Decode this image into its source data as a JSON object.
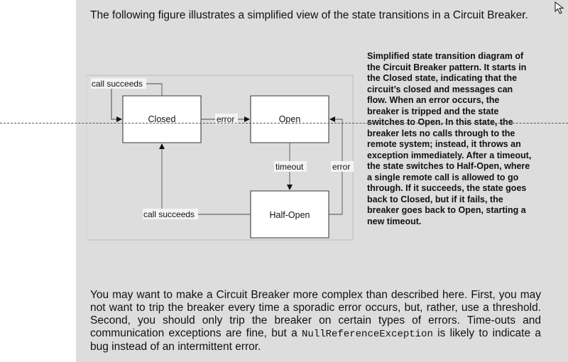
{
  "intro_paragraph": "The following figure illustrates a simplified view of the state transitions in a Circuit Breaker.",
  "caption": "Simplified state transition diagram of the Circuit Breaker pattern. It starts in the Closed state, indicating that the circuit’s closed and messages can flow. When an error occurs, the breaker is tripped and the state switches to Open. In this state, the breaker lets no calls through to the remote system; instead, it throws an exception immediately. After a timeout, the state switches to Half-Open, where a single remote call is allowed to go through. If it succeeds, the state goes back to Closed, but if it fails, the breaker goes back to Open, starting a new timeout.",
  "diagram": {
    "states": {
      "closed": "Closed",
      "open": "Open",
      "half_open": "Half-Open"
    },
    "transitions": {
      "closed_self": "call succeeds",
      "closed_to_open": "error",
      "open_to_half_open": "timeout",
      "half_open_to_open": "error",
      "half_open_to_closed": "call succeeds"
    }
  },
  "body_paragraph": {
    "before_code": "You may want to make a Circuit Breaker more complex than described here. First, you may not want to trip the breaker every time a sporadic error occurs, but, rather, use a threshold. Second, you should only trip the breaker on certain types of errors. Time-outs and communication exceptions are fine, but a ",
    "code": "NullReferenceException",
    "after_code": " is likely to indicate a bug instead of an intermittent error."
  }
}
